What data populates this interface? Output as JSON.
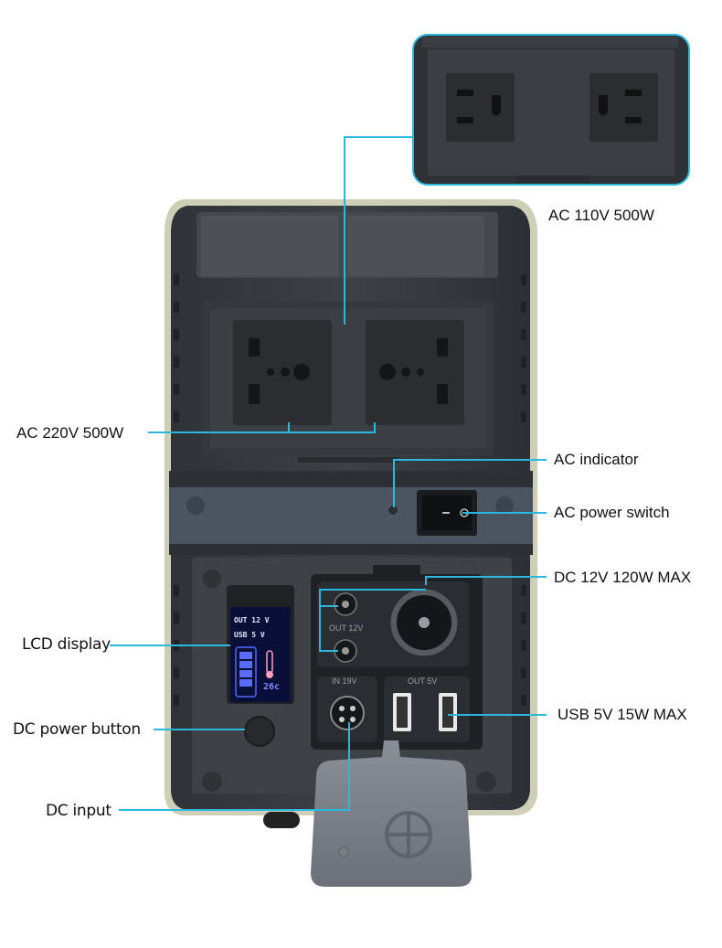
{
  "labels": {
    "ac110": "AC 110V 500W",
    "ac220": "AC 220V 500W",
    "ac_indicator": "AC indicator",
    "ac_switch": "AC power switch",
    "dc12": "DC 12V 120W MAX",
    "lcd": "LCD display",
    "usb": "USB 5V 15W MAX",
    "dc_button": "DC power button",
    "dc_input": "DC input"
  },
  "panel_text": {
    "out_12v": "OUT 12V",
    "in_19v": "IN 19V",
    "out_5v": "OUT 5V"
  },
  "lcd": {
    "out_line": "OUT 12 V",
    "usb_line": "USB 5 V",
    "temp": "26c"
  },
  "colors": {
    "callout_line": "#2ab8dd",
    "body": "#3a3d42",
    "lcd_bg": "#0a0f3a",
    "lid": "#7a7e86"
  }
}
